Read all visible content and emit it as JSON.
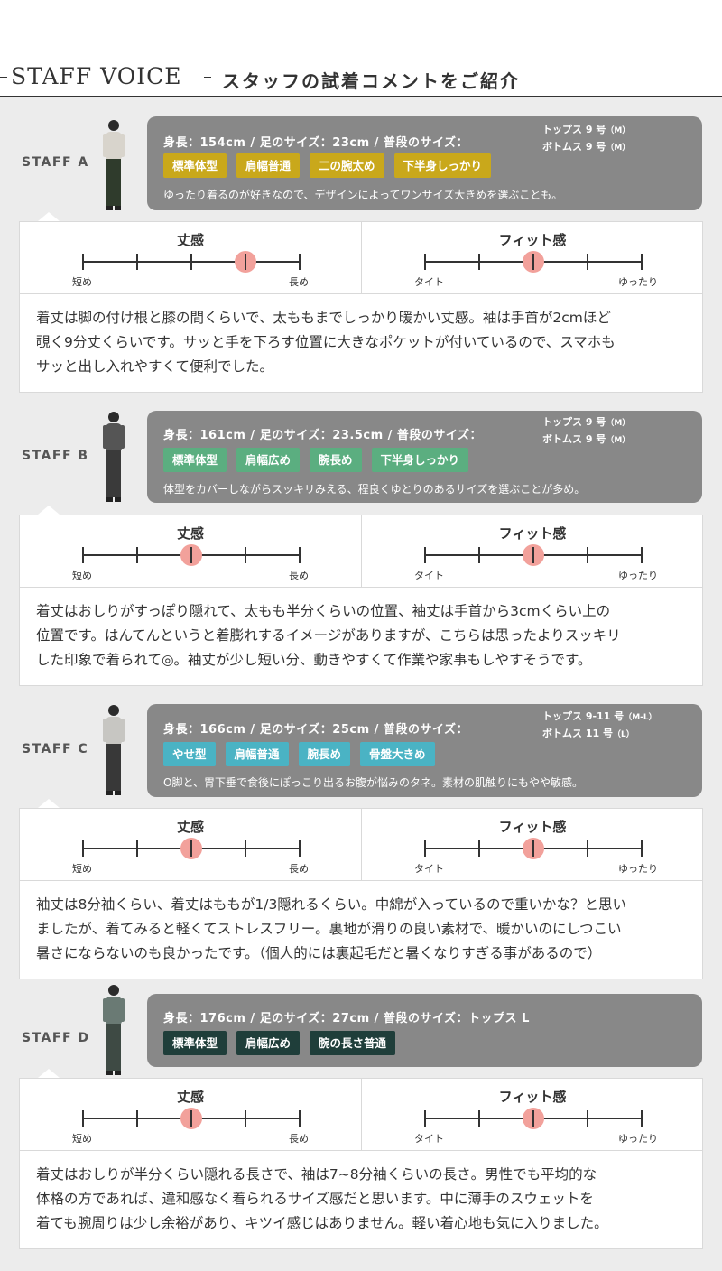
{
  "header": {
    "title_en": "STAFF VOICE",
    "title_ja": "スタッフの試着コメントをご紹介"
  },
  "scale_labels": {
    "length_title": "丈感",
    "length_left": "短め",
    "length_right": "長め",
    "fit_title": "フィット感",
    "fit_left": "タイト",
    "fit_right": "ゆったり"
  },
  "staff": [
    {
      "label": "STAFF A",
      "profile": "身長：154cm / 足のサイズ：23cm / 普段のサイズ：",
      "size_tops": "トップス 9 号",
      "size_tops_note": "（M）",
      "size_bottoms": "ボトムス 9 号",
      "size_bottoms_note": "（M）",
      "tag_color": "#c9a81b",
      "tags": [
        "標準体型",
        "肩幅普通",
        "二の腕太め",
        "下半身しっかり"
      ],
      "description": "ゆったり着るのが好きなので、デザインによってワンサイズ大きめを選ぶことも。",
      "length_level": 4,
      "fit_level": 3,
      "comment_lines": [
        "着丈は脚の付け根と膝の間くらいで、太ももまでしっかり暖かい丈感。袖は手首が2cmほど",
        "覗く9分丈くらいです。サッと手を下ろす位置に大きなポケットが付いているので、スマホも",
        "サッと出し入れやすくて便利でした。"
      ]
    },
    {
      "label": "STAFF B",
      "profile": "身長：161cm / 足のサイズ：23.5cm / 普段のサイズ：",
      "size_tops": "トップス 9 号",
      "size_tops_note": "（M）",
      "size_bottoms": "ボトムス 9 号",
      "size_bottoms_note": "（M）",
      "tag_color": "#5bae80",
      "tags": [
        "標準体型",
        "肩幅広め",
        "腕長め",
        "下半身しっかり"
      ],
      "description": "体型をカバーしながらスッキリみえる、程良くゆとりのあるサイズを選ぶことが多め。",
      "length_level": 3,
      "fit_level": 3,
      "comment_lines": [
        "着丈はおしりがすっぽり隠れて、太もも半分くらいの位置、袖丈は手首から3cmくらい上の",
        "位置です。はんてんというと着膨れするイメージがありますが、こちらは思ったよりスッキリ",
        "した印象で着られて◎。袖丈が少し短い分、動きやすくて作業や家事もしやすそうです。"
      ]
    },
    {
      "label": "STAFF C",
      "profile": "身長：166cm / 足のサイズ：25cm / 普段のサイズ：",
      "size_tops": "トップス 9-11 号",
      "size_tops_note": "（M-L）",
      "size_bottoms": "ボトムス 11 号",
      "size_bottoms_note": "（L）",
      "tag_color": "#4ab3c4",
      "tags": [
        "やせ型",
        "肩幅普通",
        "腕長め",
        "骨盤大きめ"
      ],
      "description": "O脚と、胃下垂で食後にぽっこり出るお腹が悩みのタネ。素材の肌触りにもやや敏感。",
      "length_level": 3,
      "fit_level": 3,
      "comment_lines": [
        "袖丈は8分袖くらい、着丈はももが1/3隠れるくらい。中綿が入っているので重いかな？と思い",
        "ましたが、着てみると軽くてストレスフリー。裏地が滑りの良い素材で、暖かいのにしつこい",
        "暑さにならないのも良かったです。（個人的には裏起毛だと暑くなりすぎる事があるので）"
      ]
    },
    {
      "label": "STAFF D",
      "profile": "身長：176cm / 足のサイズ：27cm / 普段のサイズ：トップス L",
      "size_tops": "",
      "size_tops_note": "",
      "size_bottoms": "",
      "size_bottoms_note": "",
      "tag_color": "#1f3e3a",
      "tags": [
        "標準体型",
        "肩幅広め",
        "腕の長さ普通"
      ],
      "description": "",
      "length_level": 3,
      "fit_level": 3,
      "comment_lines": [
        "着丈はおしりが半分くらい隠れる長さで、袖は7~8分袖くらいの長さ。男性でも平均的な",
        "体格の方であれば、違和感なく着られるサイズ感だと思います。中に薄手のスウェットを",
        "着ても腕周りは少し余裕があり、キツイ感じはありません。軽い着心地も気に入りました。"
      ]
    }
  ]
}
